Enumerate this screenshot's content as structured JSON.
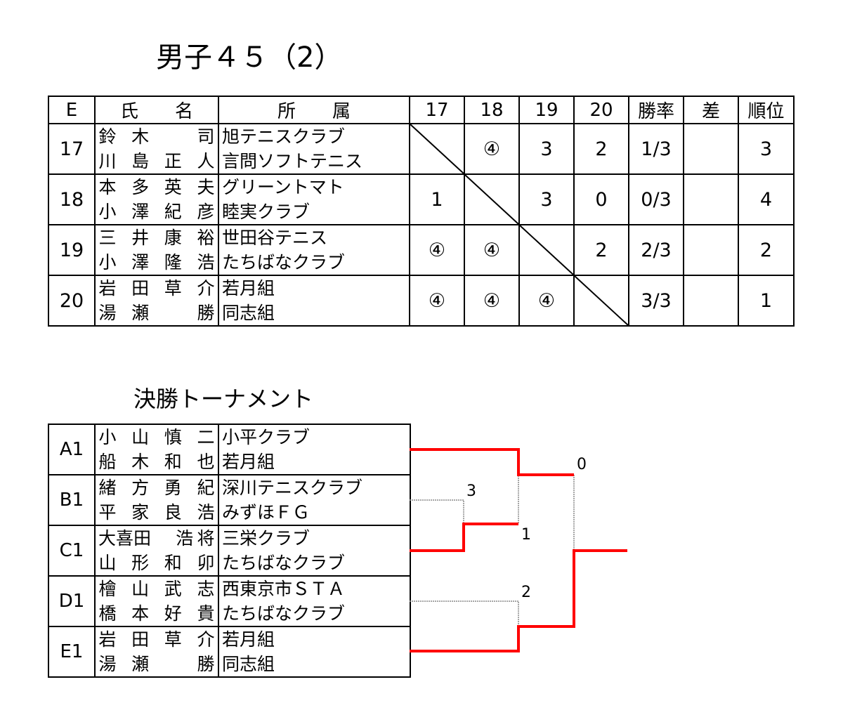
{
  "title": "男子４５（2）",
  "league": {
    "headers": {
      "entry": "E",
      "name": "氏　　名",
      "club": "所　　属",
      "cols": [
        "17",
        "18",
        "19",
        "20"
      ],
      "winrate": "勝率",
      "diff": "差",
      "rank": "順位"
    },
    "rows": [
      {
        "entry": "17",
        "players": [
          [
            "鈴",
            "木",
            "",
            "司"
          ],
          [
            "川",
            "島",
            "正",
            "人"
          ]
        ],
        "clubs": [
          "旭テニスクラブ",
          "言問ソフトテニス"
        ],
        "results": [
          "",
          "④",
          "3",
          "2"
        ],
        "winrate": "1/3",
        "diff": "",
        "rank": "3"
      },
      {
        "entry": "18",
        "players": [
          [
            "本",
            "多",
            "英",
            "夫"
          ],
          [
            "小",
            "澤",
            "紀",
            "彦"
          ]
        ],
        "clubs": [
          "グリーントマト",
          "睦実クラブ"
        ],
        "results": [
          "1",
          "",
          "3",
          "0"
        ],
        "winrate": "0/3",
        "diff": "",
        "rank": "4"
      },
      {
        "entry": "19",
        "players": [
          [
            "三",
            "井",
            "康",
            "裕"
          ],
          [
            "小",
            "澤",
            "隆",
            "浩"
          ]
        ],
        "clubs": [
          "世田谷テニス",
          "たちばなクラブ"
        ],
        "results": [
          "④",
          "④",
          "",
          "2"
        ],
        "winrate": "2/3",
        "diff": "",
        "rank": "2"
      },
      {
        "entry": "20",
        "players": [
          [
            "岩",
            "田",
            "草",
            "介"
          ],
          [
            "湯",
            "瀬",
            "",
            "勝"
          ]
        ],
        "clubs": [
          "若月組",
          "同志組"
        ],
        "results": [
          "④",
          "④",
          "④",
          ""
        ],
        "winrate": "3/3",
        "diff": "",
        "rank": "1"
      }
    ]
  },
  "final": {
    "title": "決勝トーナメント",
    "rows": [
      {
        "seed": "A1",
        "players": [
          [
            "小",
            "山",
            "慎",
            "二"
          ],
          [
            "船",
            "木",
            "和",
            "也"
          ]
        ],
        "clubs": [
          "小平クラブ",
          "若月組"
        ]
      },
      {
        "seed": "B1",
        "players": [
          [
            "緒",
            "方",
            "勇",
            "紀"
          ],
          [
            "平",
            "家",
            "良",
            "浩"
          ]
        ],
        "clubs": [
          "深川テニスクラブ",
          "みずほＦＧ"
        ]
      },
      {
        "seed": "C1",
        "players": [
          [
            "大喜田",
            "",
            "浩",
            "将"
          ],
          [
            "山",
            "形",
            "和",
            "卯"
          ]
        ],
        "clubs": [
          "三栄クラブ",
          "たちばなクラブ"
        ]
      },
      {
        "seed": "D1",
        "players": [
          [
            "檜",
            "山",
            "武",
            "志"
          ],
          [
            "橋",
            "本",
            "好",
            "貴"
          ]
        ],
        "clubs": [
          "西東京市ＳＴＡ",
          "たちばなクラブ"
        ]
      },
      {
        "seed": "E1",
        "players": [
          [
            "岩",
            "田",
            "草",
            "介"
          ],
          [
            "湯",
            "瀬",
            "",
            "勝"
          ]
        ],
        "clubs": [
          "若月組",
          "同志組"
        ]
      }
    ],
    "scores": {
      "bc": "3",
      "bc_win": "1",
      "de": "2",
      "final": "0"
    },
    "colors": {
      "winner_line": "#ff0000",
      "loser_line": "#888888"
    }
  }
}
